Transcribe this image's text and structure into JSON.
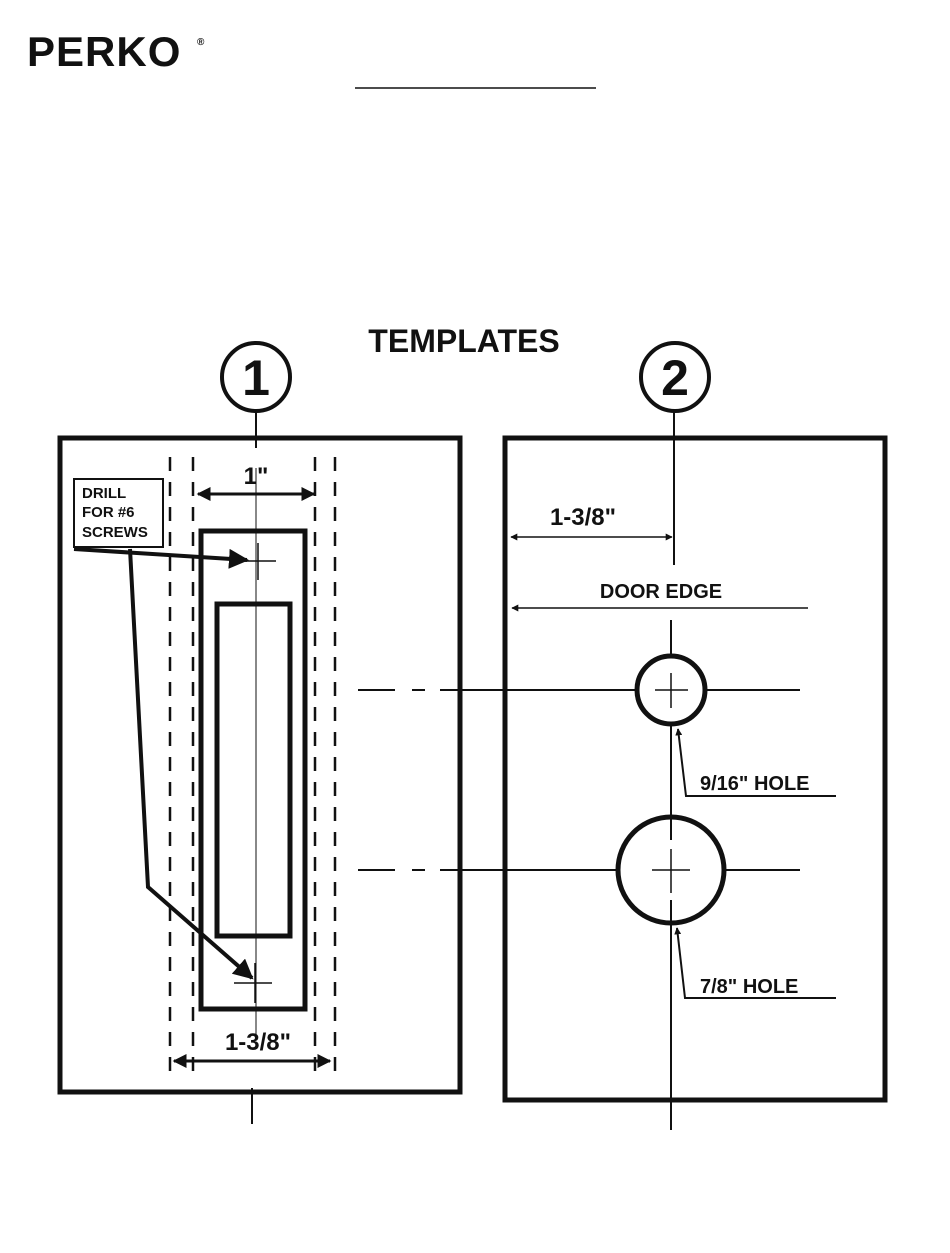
{
  "brand": {
    "name": "PERKO",
    "mark": "®"
  },
  "title": "TEMPLATES",
  "template1": {
    "number": "1",
    "top_dim": "1\"",
    "bottom_dim": "1-3/8\"",
    "note_lines": [
      "DRILL",
      "FOR #6",
      "SCREWS"
    ]
  },
  "template2": {
    "number": "2",
    "edge_dim": "1-3/8\"",
    "door_edge": "DOOR EDGE",
    "small_hole": "9/16\" HOLE",
    "large_hole": "7/8\" HOLE"
  },
  "colors": {
    "ink": "#111111",
    "paper": "#ffffff"
  }
}
